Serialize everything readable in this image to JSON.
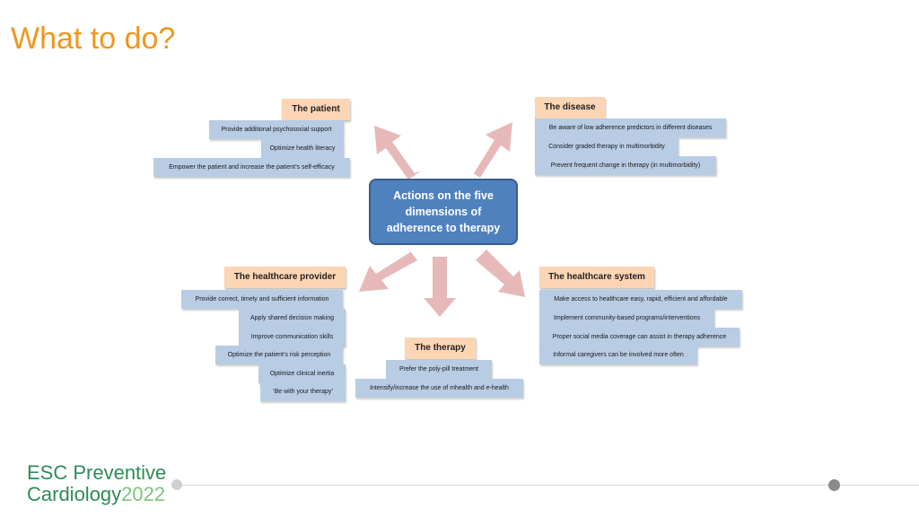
{
  "title": "What to do?",
  "center": {
    "text": "Actions on the five dimensions of adherence to therapy"
  },
  "patient": {
    "header": "The patient",
    "items": [
      "Provide additional psychosocial support",
      "Optimize health literacy",
      "Empower the patient and increase the patient’s self-efficacy"
    ]
  },
  "disease": {
    "header": "The disease",
    "items": [
      "Be aware of low adherence predictors in different diseases",
      "Consider graded therapy in multimorbidity",
      "Prevent frequent change in therapy (in multimorbidity)"
    ]
  },
  "healthcare_provider": {
    "header": "The healthcare provider",
    "items": [
      "Provide correct, timely and sufficient information",
      "Apply shared decision making",
      "Improve communication skills",
      "Optimize the patient’s risk perception",
      "Optimize clinical inertia",
      "‘Be with your therapy’"
    ]
  },
  "healthcare_system": {
    "header": "The healthcare system",
    "items": [
      "Make access to healthcare easy, rapid, efficient and affordable",
      "Implement community-based programs/interventions",
      "Proper social media coverage can assist in therapy adherence",
      "Informal caregivers can be involved more often"
    ]
  },
  "therapy": {
    "header": "The therapy",
    "items": [
      "Prefer the poly-pill treatment",
      "Intensify/increase the use of mhealth and e-health"
    ]
  },
  "brand": {
    "line1": "ESC Preventive",
    "line2": "Cardiology",
    "year": "2022"
  },
  "colors": {
    "title": "#f0961e",
    "header": "#fcd5b4",
    "item": "#b8cce4",
    "center": "#4f81bd",
    "arrow": "#e6b9b8",
    "brand": "#2e8b57"
  }
}
